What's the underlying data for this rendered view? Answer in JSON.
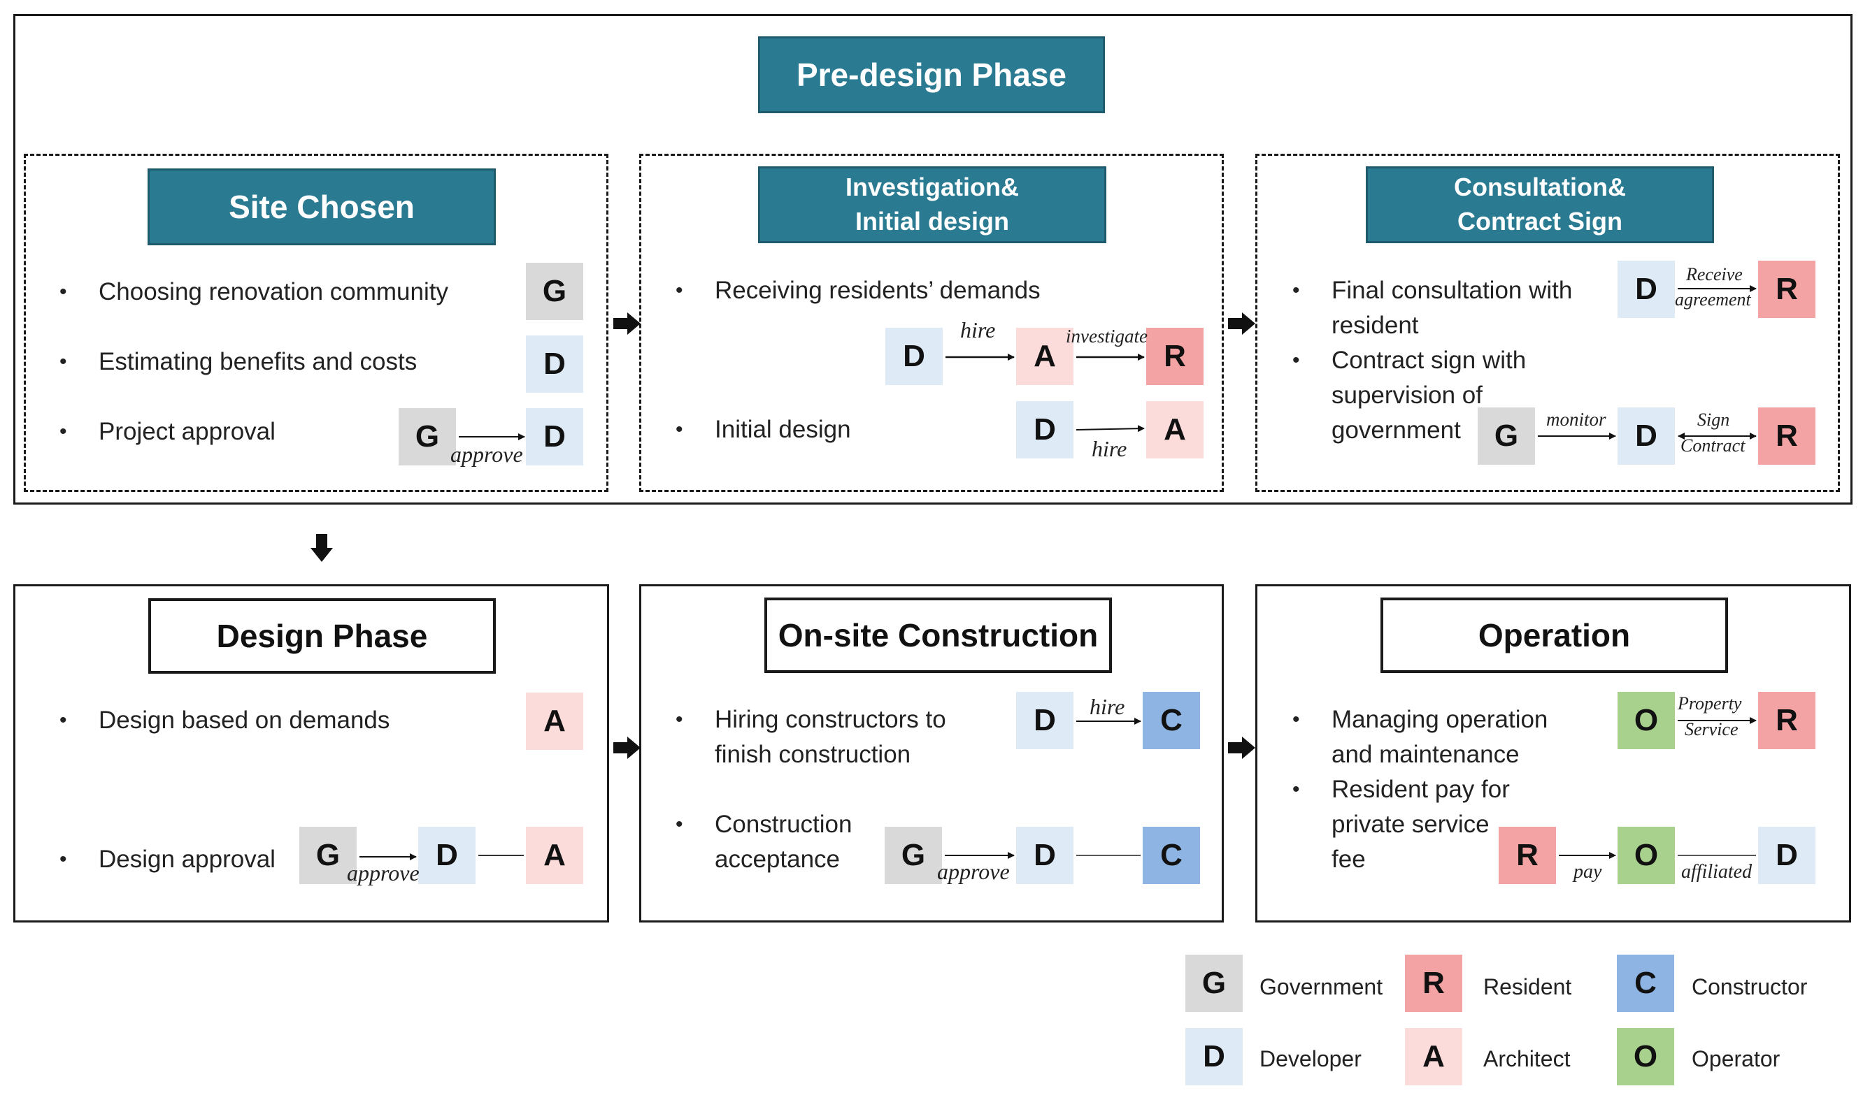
{
  "colors": {
    "G": "#d9d9d9",
    "D": "#deebf7",
    "R": "#f4a3a4",
    "A": "#fbdcdb",
    "C": "#8db4e2",
    "O": "#a9d18e",
    "teal": "#2a7b92"
  },
  "predesign": {
    "title": "Pre-design Phase",
    "site": {
      "title": "Site Chosen",
      "b1": "Choosing renovation community",
      "b2": "Estimating benefits and costs",
      "b3": "Project approval",
      "b3_edge": "approve"
    },
    "investigation": {
      "title": "Investigation&\nInitial design",
      "b1": "Receiving residents’ demands",
      "b1_edge1": "hire",
      "b1_edge2": "investigate",
      "b2": "Initial design",
      "b2_edge": "hire"
    },
    "consultation": {
      "title": "Consultation&\nContract Sign",
      "b1": "Final consultation with\nresident",
      "b1_edge_top": "Receive",
      "b1_edge_bottom": "agreement",
      "b2": "Contract sign with\nsupervision  of\ngovernment",
      "b2_edge1": "monitor",
      "b2_edge2_top": "Sign",
      "b2_edge2_bottom": "Contract"
    }
  },
  "design": {
    "title": "Design Phase",
    "b1": "Design based on demands",
    "b2": "Design approval",
    "b2_edge": "approve"
  },
  "construction": {
    "title": "On-site Construction",
    "b1": "Hiring constructors to\nfinish construction",
    "b1_edge": "hire",
    "b2": "Construction\nacceptance",
    "b2_edge": "approve"
  },
  "operation": {
    "title": "Operation",
    "b1": "Managing operation\nand maintenance",
    "b1_edge_top": "Property",
    "b1_edge_bottom": "Service",
    "b2": "Resident pay for\nprivate service\nfee",
    "b2_edge1": "pay",
    "b2_edge2": "affiliated"
  },
  "legend": [
    {
      "letter": "G",
      "label": "Government"
    },
    {
      "letter": "R",
      "label": "Resident"
    },
    {
      "letter": "C",
      "label": "Constructor"
    },
    {
      "letter": "D",
      "label": "Developer"
    },
    {
      "letter": "A",
      "label": "Architect"
    },
    {
      "letter": "O",
      "label": "Operator"
    }
  ]
}
